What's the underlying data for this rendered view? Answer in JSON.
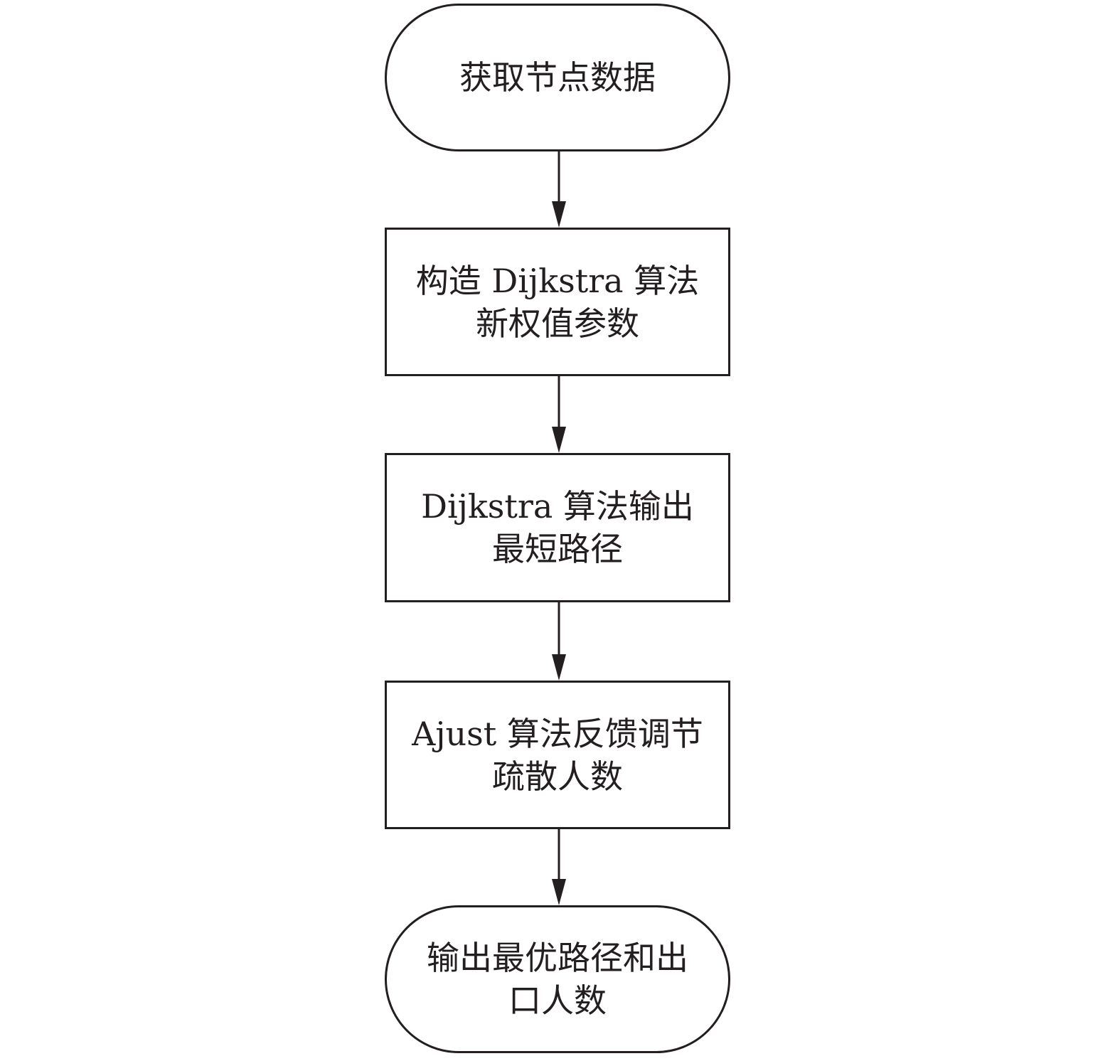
{
  "diagram": {
    "type": "flowchart",
    "colors": {
      "stroke": "#231f20",
      "fill": "#ffffff",
      "text": "#231f20"
    },
    "nodes": [
      {
        "id": "start",
        "shape": "terminal",
        "lines": [
          "获取节点数据"
        ]
      },
      {
        "id": "construct",
        "shape": "process",
        "lines": [
          "构造 Dijkstra 算法",
          "新权值参数"
        ]
      },
      {
        "id": "shortest",
        "shape": "process",
        "lines": [
          "Dijkstra 算法输出",
          "最短路径"
        ]
      },
      {
        "id": "adjust",
        "shape": "process",
        "lines": [
          "Ajust 算法反馈调节",
          "疏散人数"
        ]
      },
      {
        "id": "end",
        "shape": "terminal",
        "lines": [
          "输出最优路径和出",
          "口人数"
        ]
      }
    ],
    "edges": [
      {
        "from": "start",
        "to": "construct"
      },
      {
        "from": "construct",
        "to": "shortest"
      },
      {
        "from": "shortest",
        "to": "adjust"
      },
      {
        "from": "adjust",
        "to": "end"
      }
    ]
  }
}
